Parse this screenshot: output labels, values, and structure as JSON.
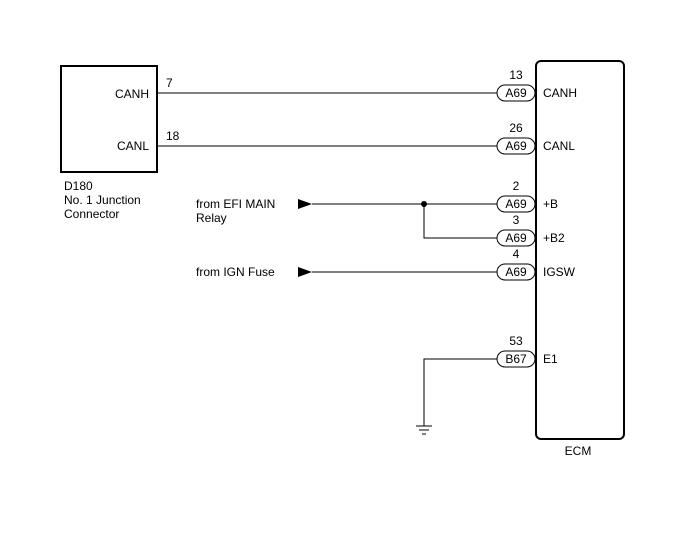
{
  "junction_connector": {
    "code": "D180",
    "name_line1": "No. 1 Junction",
    "name_line2": "Connector",
    "pins": [
      {
        "label": "CANH",
        "number": "7"
      },
      {
        "label": "CANL",
        "number": "18"
      }
    ]
  },
  "ecm": {
    "name": "ECM",
    "terminals": [
      {
        "pin": "13",
        "connector": "A69",
        "signal": "CANH"
      },
      {
        "pin": "26",
        "connector": "A69",
        "signal": "CANL"
      },
      {
        "pin": "2",
        "connector": "A69",
        "signal": "+B"
      },
      {
        "pin": "3",
        "connector": "A69",
        "signal": "+B2"
      },
      {
        "pin": "4",
        "connector": "A69",
        "signal": "IGSW"
      },
      {
        "pin": "53",
        "connector": "B67",
        "signal": "E1"
      }
    ]
  },
  "sources": {
    "efi_line1": "from EFI MAIN",
    "efi_line2": "Relay",
    "ign": "from IGN Fuse"
  }
}
